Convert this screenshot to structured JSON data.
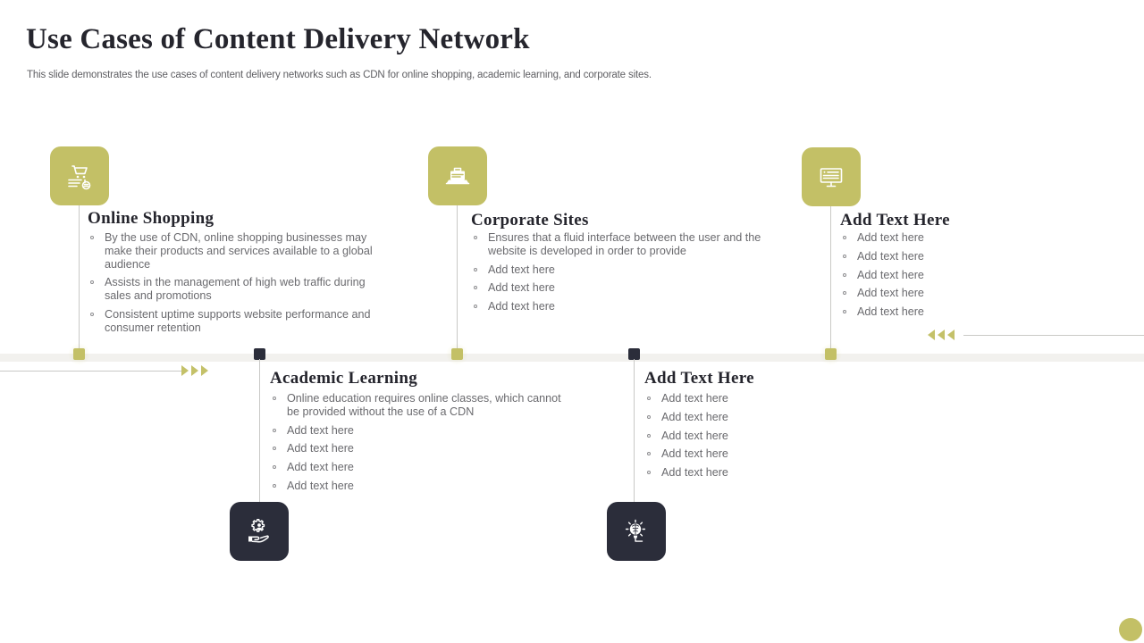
{
  "slide": {
    "title": "Use Cases of Content Delivery Network",
    "subtitle": "This slide demonstrates the use cases of content delivery networks such as CDN for online shopping, academic learning, and corporate sites."
  },
  "colors": {
    "olive": "#c3c066",
    "dark_navy": "#2b2d3a",
    "rail_band": "#f2f1ee",
    "rail_line": "#c9c9c6",
    "title_text": "#25252d",
    "body_text": "#6a6a6e"
  },
  "nodes": [
    {
      "id": "online-shopping",
      "icon": "shopping-cart-icon",
      "icon_style": "olive",
      "position": "above",
      "title": "Online Shopping",
      "bullets": [
        "By the use of CDN, online shopping businesses may make their products and services available to a global audience",
        "Assists in the management of high web traffic during sales and promotions",
        "Consistent uptime supports website performance and consumer retention"
      ]
    },
    {
      "id": "academic-learning",
      "icon": "hand-gear-user-icon",
      "icon_style": "dark",
      "position": "below",
      "title": "Academic Learning",
      "bullets": [
        "Online education requires online classes, which cannot be provided without the use of a CDN",
        "Add text here",
        "Add text here",
        "Add text here",
        "Add text here"
      ]
    },
    {
      "id": "corporate-sites",
      "icon": "laptop-briefcase-icon",
      "icon_style": "olive",
      "position": "above",
      "title": "Corporate Sites",
      "bullets": [
        "Ensures that a fluid interface between the user and the website is developed in order to provide",
        "Add text here",
        "Add text here",
        "Add text here"
      ]
    },
    {
      "id": "add-text-here-lightbulb",
      "icon": "lightbulb-icon",
      "icon_style": "dark",
      "position": "below",
      "title": "Add Text Here",
      "bullets": [
        "Add text here",
        "Add text here",
        "Add text here",
        "Add text here",
        "Add text here"
      ]
    },
    {
      "id": "add-text-here-monitor",
      "icon": "desktop-monitor-icon",
      "icon_style": "olive",
      "position": "above",
      "title": "Add Text Here",
      "bullets": [
        "Add text here",
        "Add text here",
        "Add text here",
        "Add text here",
        "Add text here"
      ]
    }
  ],
  "decorations": {
    "chevrons_right": "chevron-right-icon",
    "chevrons_left": "chevron-left-icon",
    "corner_circle": "corner-circle-decoration"
  }
}
